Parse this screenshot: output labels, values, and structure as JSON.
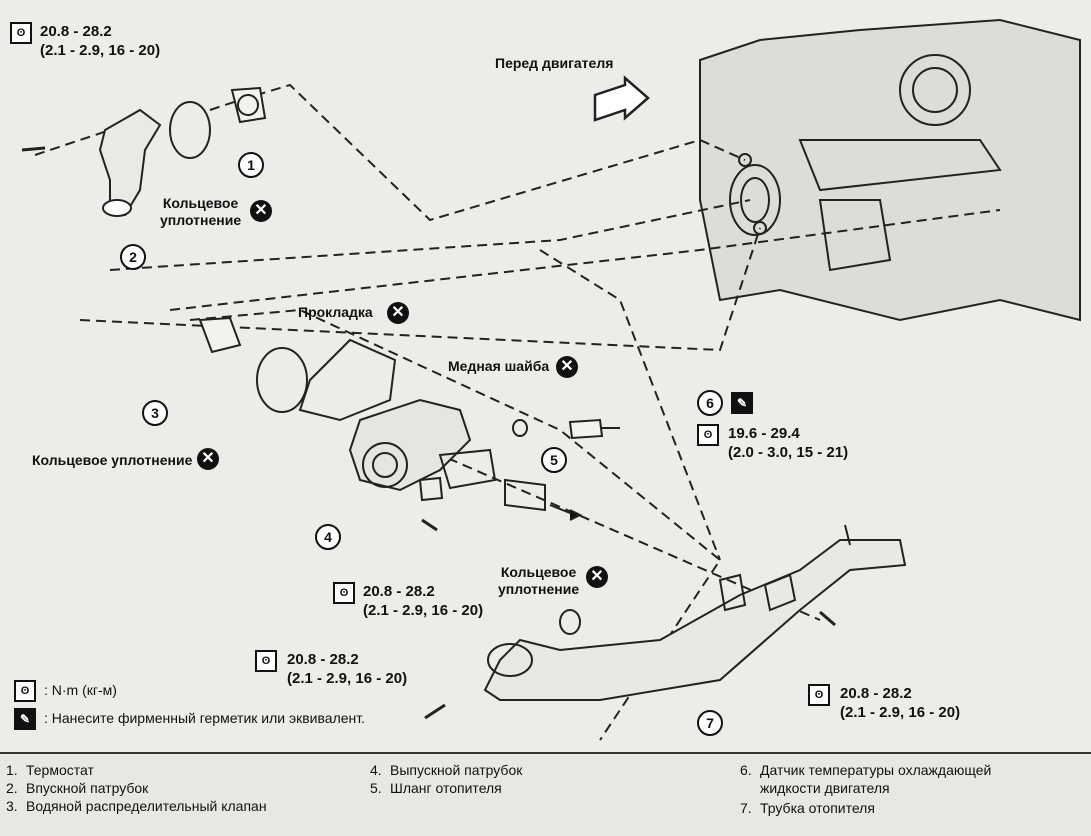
{
  "labels": {
    "front": "Перед двигателя",
    "oring_top": "Кольцевое\nуплотнение",
    "gasket": "Прокладка",
    "copper_washer": "Медная шайба",
    "oring_left": "Кольцевое уплотнение",
    "oring_bottom": "Кольцевое\nуплотнение"
  },
  "torques": {
    "t1": {
      "nm": "20.8 - 28.2",
      "kgm": "(2.1 - 2.9, 16 - 20)"
    },
    "t2": {
      "nm": "19.6 - 29.4",
      "kgm": "(2.0 - 3.0, 15 - 21)"
    },
    "t3": {
      "nm": "20.8 - 28.2",
      "kgm": "(2.1 - 2.9, 16 - 20)"
    },
    "t4": {
      "nm": "20.8 - 28.2",
      "kgm": "(2.1 - 2.9, 16 - 20)"
    },
    "t5": {
      "nm": "20.8 - 28.2",
      "kgm": "(2.1 - 2.9, 16 - 20)"
    }
  },
  "callouts": [
    "1",
    "2",
    "3",
    "4",
    "5",
    "6",
    "7"
  ],
  "key": {
    "torque": ": N·m (кг-м)",
    "sealant": ": Нанесите фирменный герметик или эквивалент."
  },
  "legend": [
    {
      "n": "1.",
      "text": "Термостат"
    },
    {
      "n": "2.",
      "text": "Впускной патрубок"
    },
    {
      "n": "3.",
      "text": "Водяной распределительный клапан"
    },
    {
      "n": "4.",
      "text": "Выпускной патрубок"
    },
    {
      "n": "5.",
      "text": "Шланг отопителя"
    },
    {
      "n": "6.",
      "text": "Датчик температуры охлаждающей"
    },
    {
      "n": "",
      "text": "жидкости двигателя"
    },
    {
      "n": "7.",
      "text": "Трубка отопителя"
    }
  ]
}
